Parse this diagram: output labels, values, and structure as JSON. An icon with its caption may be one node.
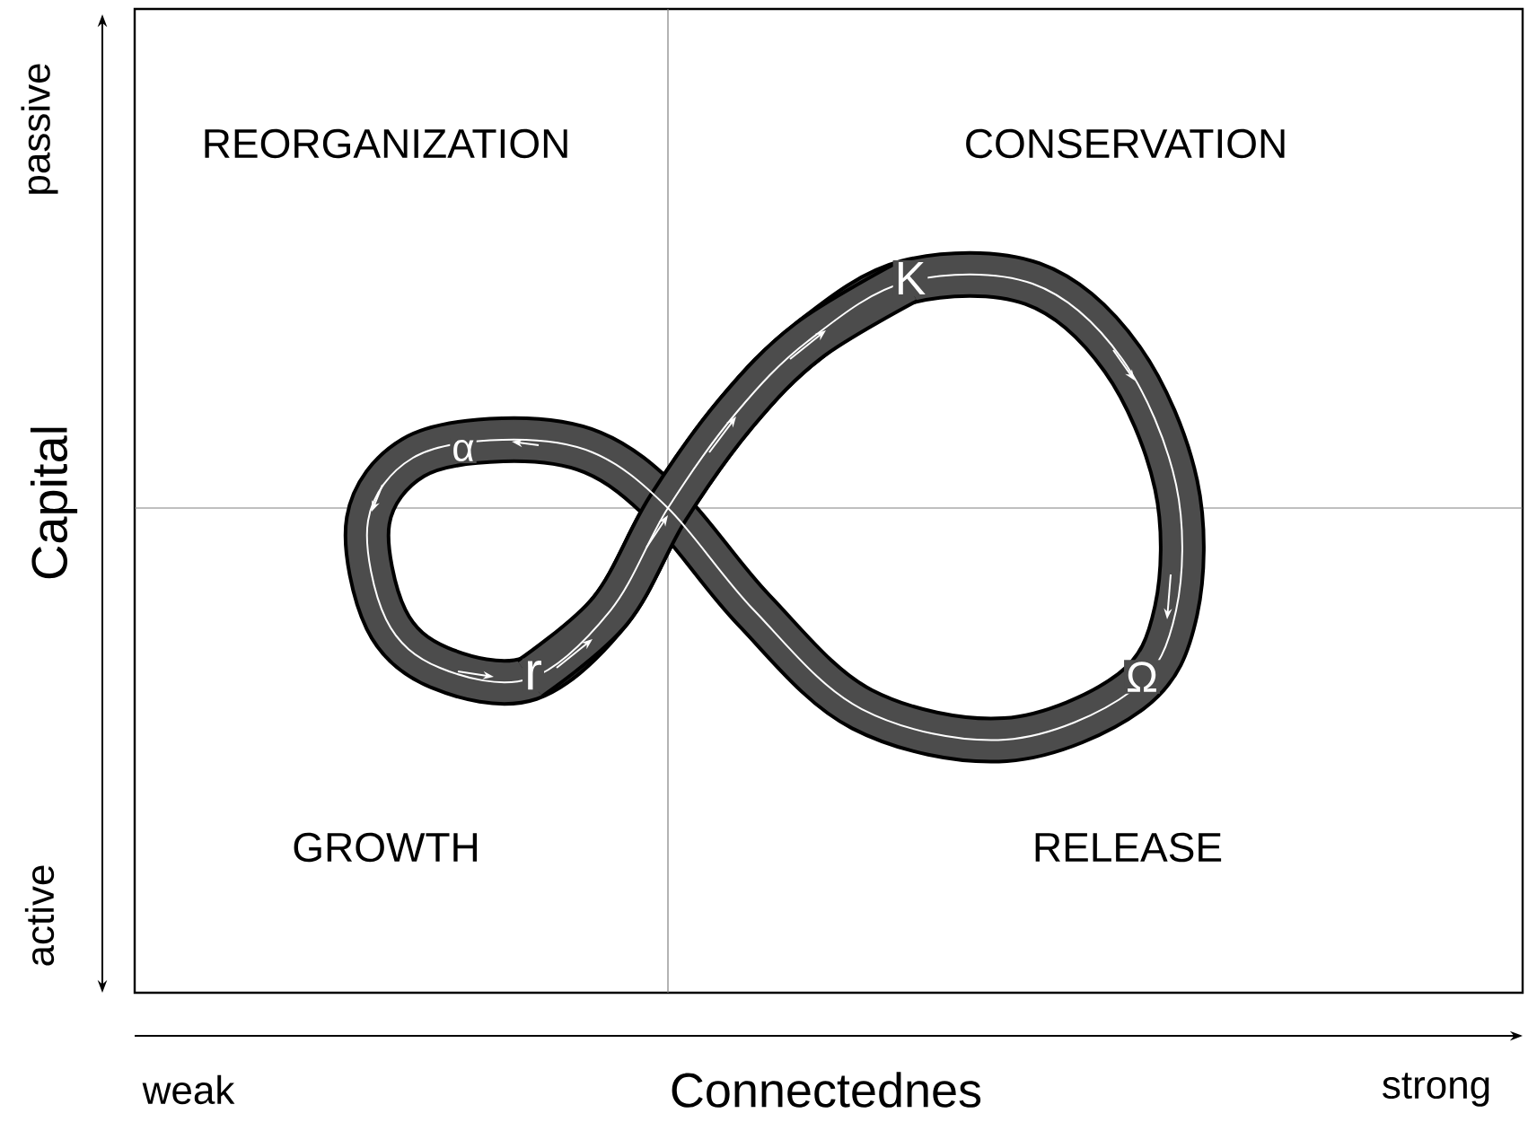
{
  "diagram": {
    "labels": [
      "passive",
      "REORGANIZATION",
      "CONSERVATION",
      "K",
      "α",
      "Capital",
      "r",
      "Ω",
      "GROWTH",
      "active",
      "RELEASE",
      "weak",
      "Connectednes",
      "strong"
    ]
  }
}
